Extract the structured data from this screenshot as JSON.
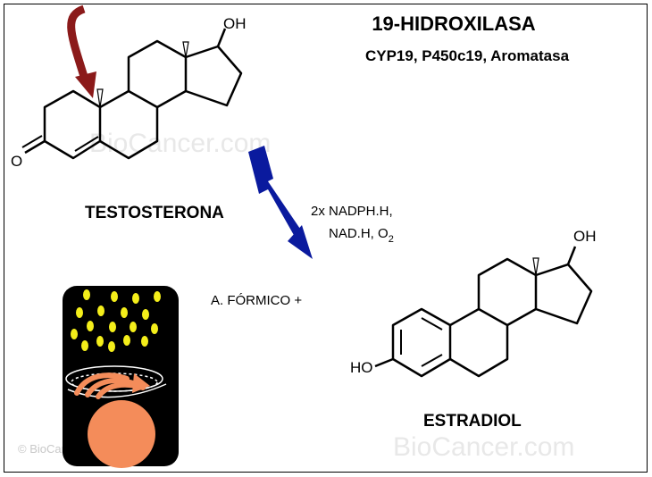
{
  "enzyme": {
    "title": "19-HIDROXILASA",
    "synonyms": "CYP19, P450c19, Aromatasa"
  },
  "substrate": {
    "name": "TESTOSTERONA",
    "oh_label": "OH",
    "o_label": "O"
  },
  "cofactors": {
    "line1": "2x NADPH.H,",
    "line2_main": "NAD.H, O",
    "line2_sub": "2"
  },
  "byproduct": "A. FÓRMICO +",
  "product": {
    "name": "ESTRADIOL",
    "oh_label": "OH",
    "ho_label": "HO"
  },
  "watermark": {
    "main": "BioCancer.com",
    "corner": "© BioCancer.com"
  },
  "colors": {
    "red_arrow": "#8b1a1a",
    "blue_arrow": "#0a1a9e",
    "panel_bg": "#000000",
    "dots": "#f4ee1a",
    "orange": "#f48c5a",
    "watermark": "#e6e6e6"
  }
}
